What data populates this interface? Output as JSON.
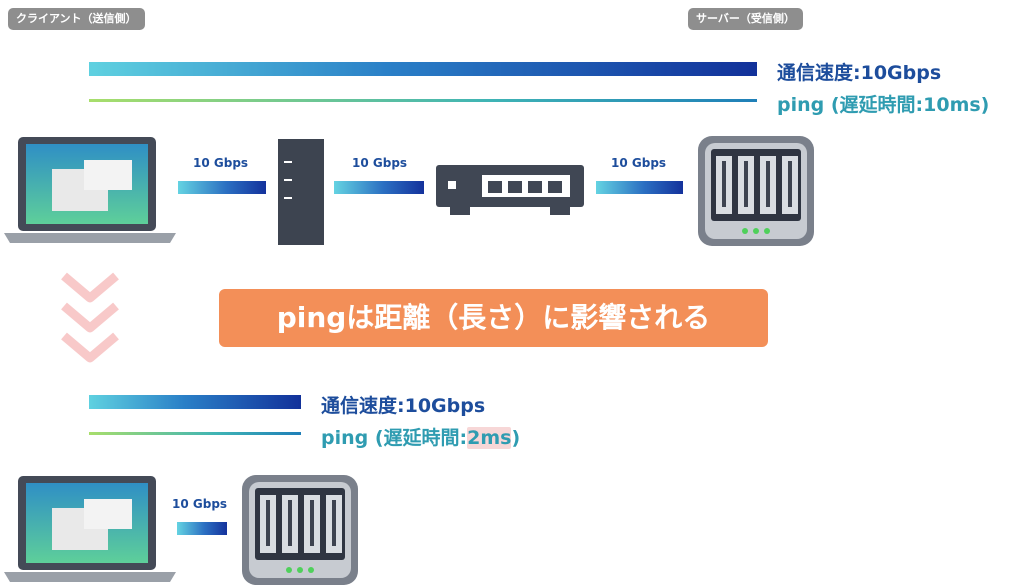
{
  "tags": {
    "client": "クライアント（送信側）",
    "server": "サーバー（受信側）"
  },
  "top": {
    "speed": "通信速度:10Gbps",
    "ping": "ping (遅延時間:10ms)",
    "links": [
      "10 Gbps",
      "10 Gbps",
      "10 Gbps"
    ]
  },
  "banner": "pingは距離（長さ）に影響される",
  "bottom": {
    "speed": "通信速度:10Gbps",
    "ping_prefix": "ping (遅延時間:",
    "ping_value": "2ms",
    "ping_suffix": ")",
    "links": [
      "10 Gbps"
    ]
  },
  "colors": {
    "bar_dark": "#12319a",
    "bar_light": "#5fd1e0",
    "banner": "#f38f58",
    "arrow": "#f8c9c9",
    "speed_text": "#1d4d9c",
    "ping_text": "#2f9cb1"
  }
}
